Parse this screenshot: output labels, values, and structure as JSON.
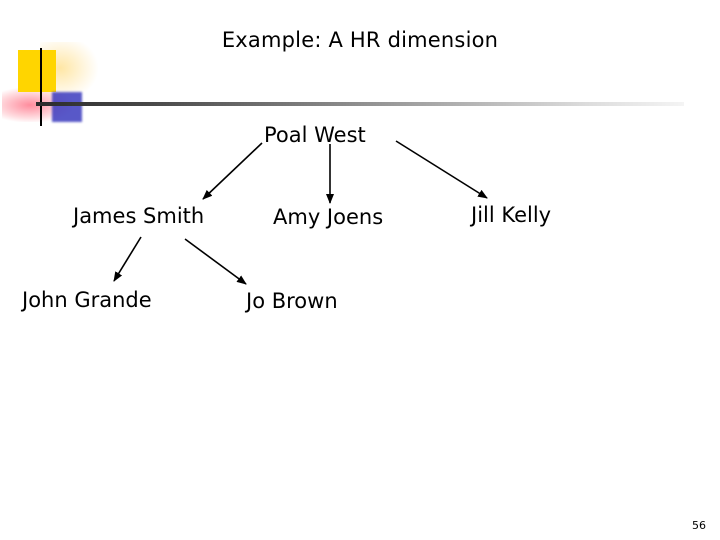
{
  "slide": {
    "title": "Example: A HR dimension",
    "page_number": "56",
    "colors": {
      "text": "#000000",
      "background": "#ffffff",
      "logo_yellow": "#ffd500",
      "logo_blue": "#3b3bbf",
      "logo_pink": "#ff8090",
      "rule_dark": "#2b2b2b"
    }
  },
  "diagram": {
    "type": "org-chart",
    "nodes": [
      {
        "id": "poal-west",
        "label": "Poal West",
        "level": 0
      },
      {
        "id": "james-smith",
        "label": "James Smith",
        "level": 1
      },
      {
        "id": "amy-joens",
        "label": "Amy Joens",
        "level": 1
      },
      {
        "id": "jill-kelly",
        "label": "Jill Kelly",
        "level": 1
      },
      {
        "id": "john-grande",
        "label": "John Grande",
        "level": 2
      },
      {
        "id": "jo-brown",
        "label": "Jo Brown",
        "level": 2
      }
    ],
    "edges": [
      {
        "from": "poal-west",
        "to": "james-smith"
      },
      {
        "from": "poal-west",
        "to": "amy-joens"
      },
      {
        "from": "poal-west",
        "to": "jill-kelly"
      },
      {
        "from": "james-smith",
        "to": "john-grande"
      },
      {
        "from": "james-smith",
        "to": "jo-brown"
      }
    ]
  }
}
